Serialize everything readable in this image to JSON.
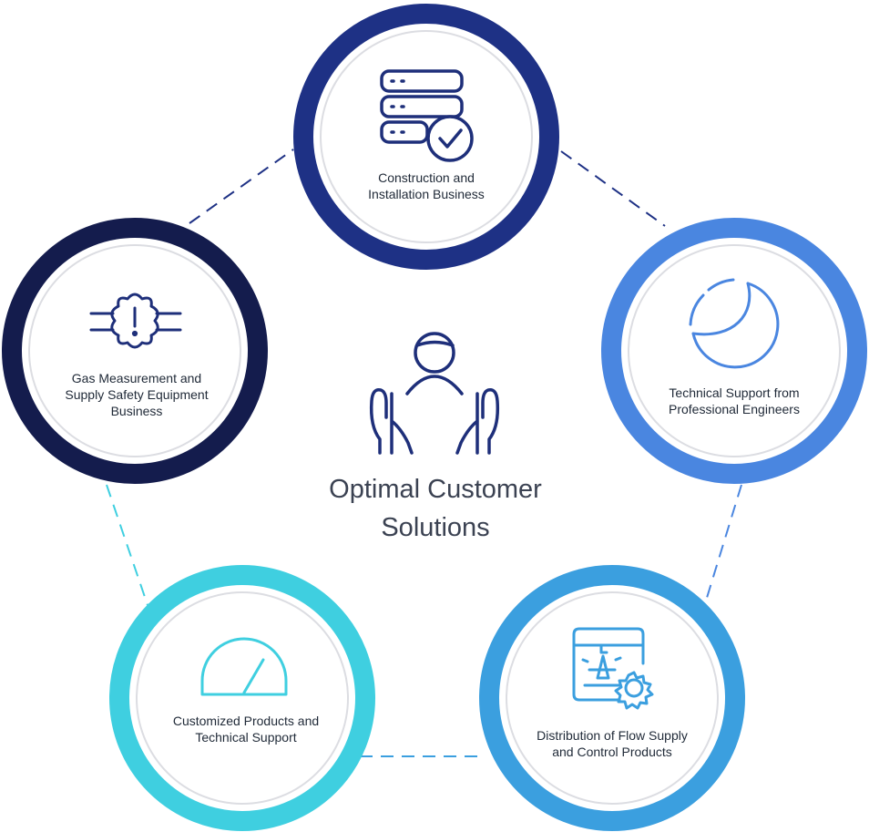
{
  "center": {
    "title_line1": "Optimal Customer",
    "title_line2": "Solutions",
    "icon": "hands-person-icon"
  },
  "nodes": [
    {
      "id": "construction",
      "label_lines": [
        "Construction and",
        "Installation Business"
      ],
      "icon": "server-check-icon",
      "ring_color": "#1e3185"
    },
    {
      "id": "technical-support",
      "label_lines": [
        "Technical Support from",
        "Professional Engineers"
      ],
      "icon": "sticker-pie-icon",
      "ring_color": "#4a86e0"
    },
    {
      "id": "distribution",
      "label_lines": [
        "Distribution of Flow Supply",
        "and Control Products"
      ],
      "icon": "flow-valve-gear-icon",
      "ring_color": "#3b9fdf"
    },
    {
      "id": "customized-products",
      "label_lines": [
        "Customized Products and",
        "Technical Support"
      ],
      "icon": "gauge-icon",
      "ring_color": "#3fcfe0"
    },
    {
      "id": "gas-measurement",
      "label_lines": [
        "Gas Measurement and",
        "Supply Safety Equipment",
        "Business"
      ],
      "icon": "pipe-warning-icon",
      "ring_color": "#141c4d"
    }
  ],
  "connectors": [
    {
      "from": "construction",
      "to": "technical-support",
      "color": "#1e3185"
    },
    {
      "from": "technical-support",
      "to": "distribution",
      "color": "#4a86e0"
    },
    {
      "from": "distribution",
      "to": "customized-products",
      "color": "#3b9fdf"
    },
    {
      "from": "customized-products",
      "to": "gas-measurement",
      "color": "#3fcfe0"
    },
    {
      "from": "gas-measurement",
      "to": "construction",
      "color": "#1e3185"
    }
  ],
  "colors": {
    "icon_navy": "#1e2f7a",
    "icon_blue": "#4a86e0",
    "icon_sky": "#3b9fdf",
    "icon_cyan": "#3fcfe0",
    "inner_ring": "#dcdde2"
  }
}
